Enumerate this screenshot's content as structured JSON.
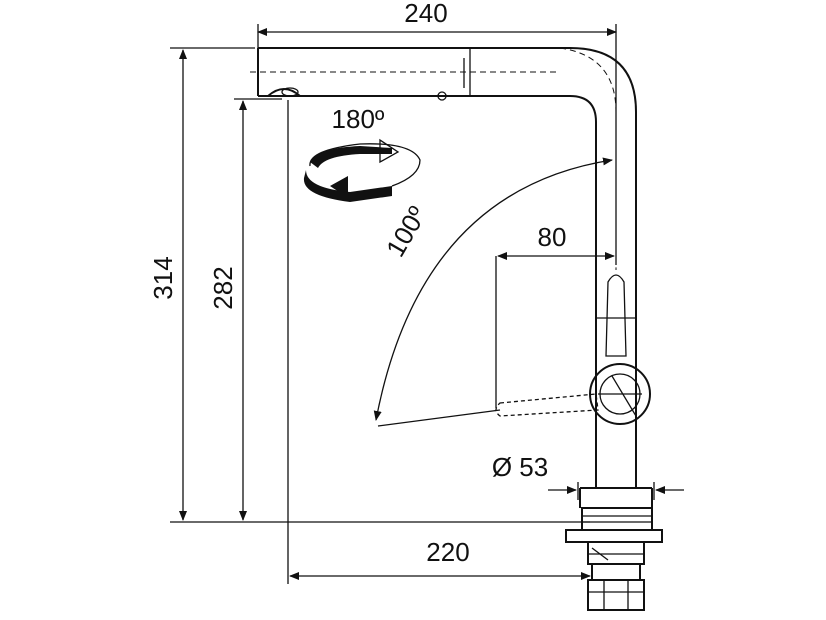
{
  "dimensions": {
    "spout_reach_top": "240",
    "total_height": "314",
    "spout_height": "282",
    "base_reach": "220",
    "lever_length": "80",
    "base_diameter": "Ø 53"
  },
  "angles": {
    "spout_rotation": "180º",
    "lever_rotation": "100º"
  }
}
